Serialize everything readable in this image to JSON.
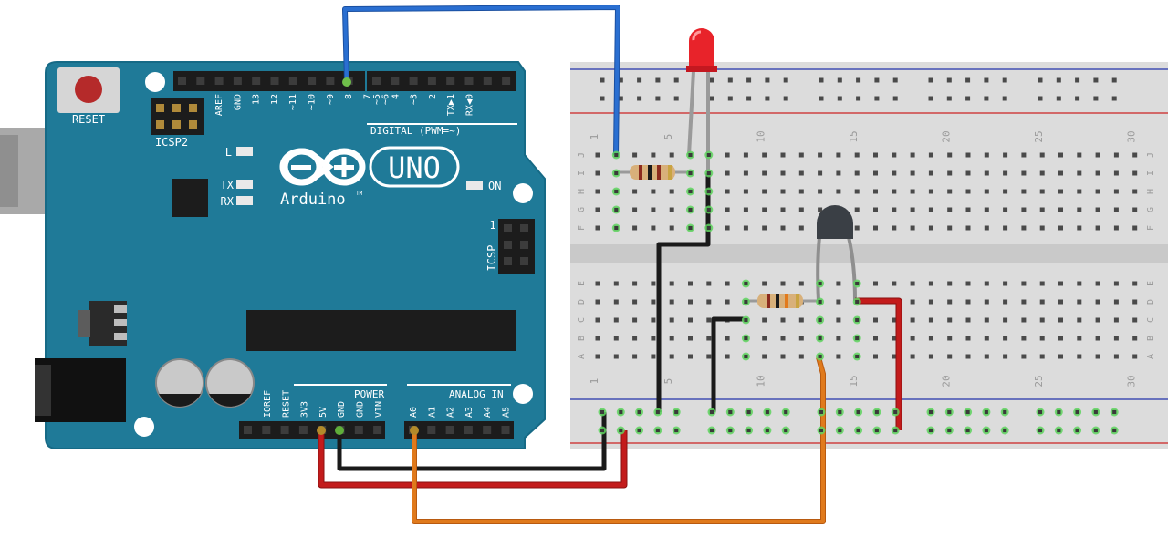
{
  "board": {
    "reset_label": "RESET",
    "icsp2_label": "ICSP2",
    "icsp_label": "ICSP",
    "icsp_pin1": "1",
    "led_l": "L",
    "led_tx": "TX",
    "led_rx": "RX",
    "led_on": "ON",
    "logo_uno": "UNO",
    "logo_text": "Arduino",
    "logo_tm": "TM",
    "digital_label": "DIGITAL (PWM=~)",
    "power_label": "POWER",
    "analog_label": "ANALOG IN",
    "digital_pins": [
      "AREF",
      "GND",
      "13",
      "12",
      "~11",
      "~10",
      "~9",
      "8",
      "7",
      "~6",
      "~5",
      "4",
      "~3",
      "2",
      "TX▶1",
      "RX◀0"
    ],
    "power_pins": [
      "IOREF",
      "RESET",
      "3V3",
      "5V",
      "GND",
      "GND",
      "VIN"
    ],
    "analog_pins": [
      "A0",
      "A1",
      "A2",
      "A3",
      "A4",
      "A5"
    ]
  },
  "breadboard": {
    "row_letters_top": [
      "J",
      "I",
      "H",
      "G",
      "F"
    ],
    "row_letters_bottom": [
      "E",
      "D",
      "C",
      "B",
      "A"
    ],
    "column_numbers": [
      "1",
      "5",
      "10",
      "15",
      "20",
      "25",
      "30"
    ]
  },
  "colors": {
    "board": "#1f7a98",
    "board_edge": "#166a86",
    "breadboard": "#dcdcdc",
    "wire_blue": "#2a6fd1",
    "wire_black": "#1a1a1a",
    "wire_red": "#c31b1b",
    "wire_orange": "#e07a1c",
    "led_red": "#e8232a",
    "hole_green": "#5fd35f"
  }
}
